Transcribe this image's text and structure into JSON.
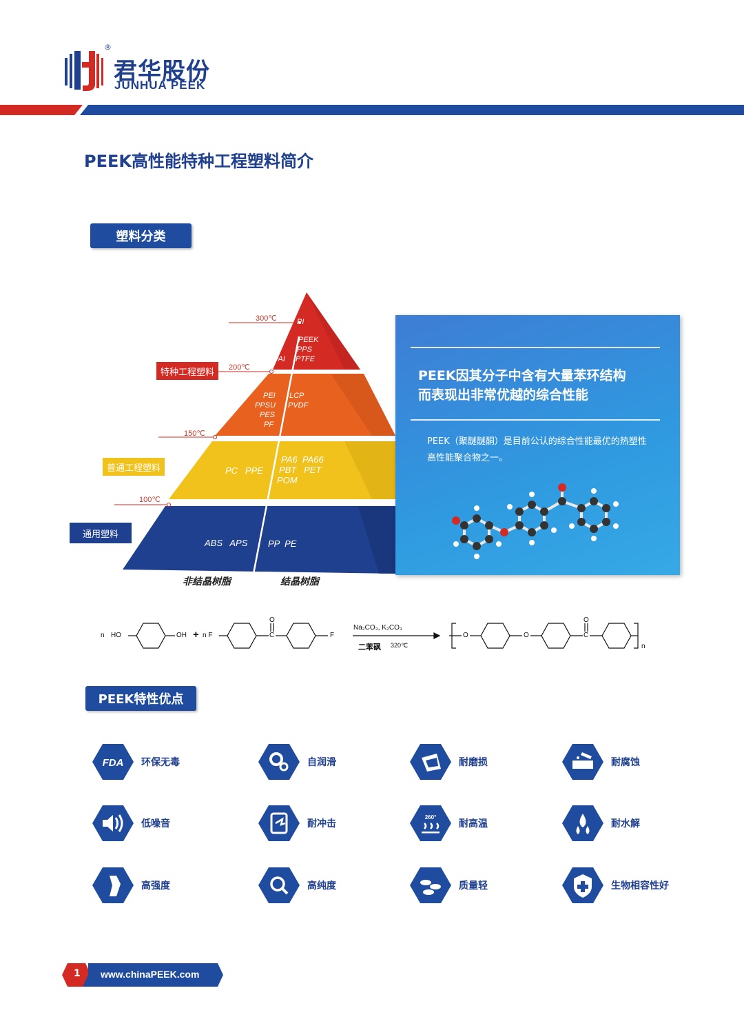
{
  "header": {
    "logo_cn": "君华股份",
    "logo_en": "JUNHUA PEEK",
    "registered": "®"
  },
  "page_title": "PEEK高性能特种工程塑料简介",
  "section1": {
    "label": "塑料分类"
  },
  "pyramid": {
    "temps": [
      "300℃",
      "200℃",
      "150℃",
      "100℃"
    ],
    "classes": [
      "特种工程塑料",
      "普通工程塑料",
      "通用塑料"
    ],
    "tier1_left": [
      "PAI"
    ],
    "tier1_right": [
      "PI",
      "PEEK",
      "PPS",
      "PTFE"
    ],
    "tier2_left": [
      "PEI",
      "PPSU",
      "PES",
      "PF"
    ],
    "tier2_right": [
      "LCP",
      "PVDF"
    ],
    "tier3_left": "PC   PPE",
    "tier3_right": [
      "PA6  PA66",
      "PBT   PET",
      "POM"
    ],
    "tier4_left": "ABS   APS",
    "tier4_right": "PP  PE",
    "axis_left": "非结晶树脂",
    "axis_right": "结晶树脂",
    "colors": {
      "red": "#d42a24",
      "orange": "#e8611f",
      "yellow": "#f1c21b",
      "blue": "#1f3f8f"
    }
  },
  "info": {
    "headline_1": "PEEK因其分子中含有大量苯环结构",
    "headline_2": "而表现出非常优越的综合性能",
    "body": "PEEK（聚醚醚酮）是目前公认的综合性能最优的热塑性高性能聚合物之一。"
  },
  "reaction": {
    "reactant1_n": "n",
    "reactant1_ho": "HO",
    "reactant1_oh": "OH",
    "plus": "+",
    "reactant2_n": "n F",
    "reactant2_f": "F",
    "carbonyl_o": "O",
    "carbonyl_c": "C",
    "conditions_top": "Na₂CO₃,  K₂CO₃",
    "conditions_bottom": "二苯砜",
    "temperature": "320℃",
    "ether_o": "O",
    "subscript_n": "n"
  },
  "section2": {
    "label": "PEEK特性优点"
  },
  "features": [
    {
      "label": "环保无毒",
      "icon": "fda-icon"
    },
    {
      "label": "自润滑",
      "icon": "gears-icon"
    },
    {
      "label": "耐磨损",
      "icon": "wear-icon"
    },
    {
      "label": "耐腐蚀",
      "icon": "corrosion-icon"
    },
    {
      "label": "低噪音",
      "icon": "speaker-icon"
    },
    {
      "label": "耐冲击",
      "icon": "impact-icon"
    },
    {
      "label": "耐高温",
      "icon": "heat-icon",
      "badge": "260°"
    },
    {
      "label": "耐水解",
      "icon": "water-drop-icon"
    },
    {
      "label": "高强度",
      "icon": "strength-icon"
    },
    {
      "label": "高纯度",
      "icon": "magnifier-icon"
    },
    {
      "label": "质量轻",
      "icon": "feather-icon"
    },
    {
      "label": "生物相容性好",
      "icon": "shield-cross-icon"
    }
  ],
  "footer": {
    "page": "1",
    "url": "www.chinaPEEK.com"
  }
}
